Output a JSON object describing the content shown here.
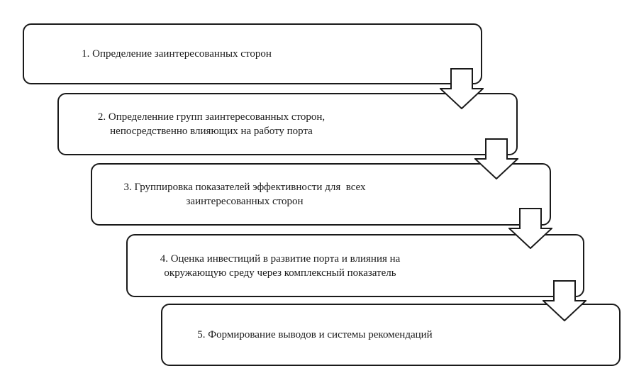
{
  "diagram": {
    "type": "flowchart",
    "language": "ru",
    "colors": {
      "background": "#ffffff",
      "box_border": "#1a1a1a",
      "box_fill": "#ffffff",
      "arrow_outline": "#1a1a1a",
      "arrow_fill": "#ffffff",
      "text": "#1a1a1a"
    },
    "steps": [
      {
        "label": "1. Определение заинтересованных сторон"
      },
      {
        "label": "2. Определенние групп заинтересованных сторон,\nнепосредственно влияющих на работу порта"
      },
      {
        "label": "3. Группировка показателей эффективности для  всех\nзаинтересованных сторон"
      },
      {
        "label": "4. Оценка инвестиций в развитие порта и влияния на\nокружающую среду через комплексный показатель"
      },
      {
        "label": "5. Формирование выводов и системы рекомендаций"
      }
    ],
    "connectors": [
      {
        "from": 1,
        "to": 2,
        "direction": "down"
      },
      {
        "from": 2,
        "to": 3,
        "direction": "down"
      },
      {
        "from": 3,
        "to": 4,
        "direction": "down"
      },
      {
        "from": 4,
        "to": 5,
        "direction": "down"
      }
    ]
  }
}
